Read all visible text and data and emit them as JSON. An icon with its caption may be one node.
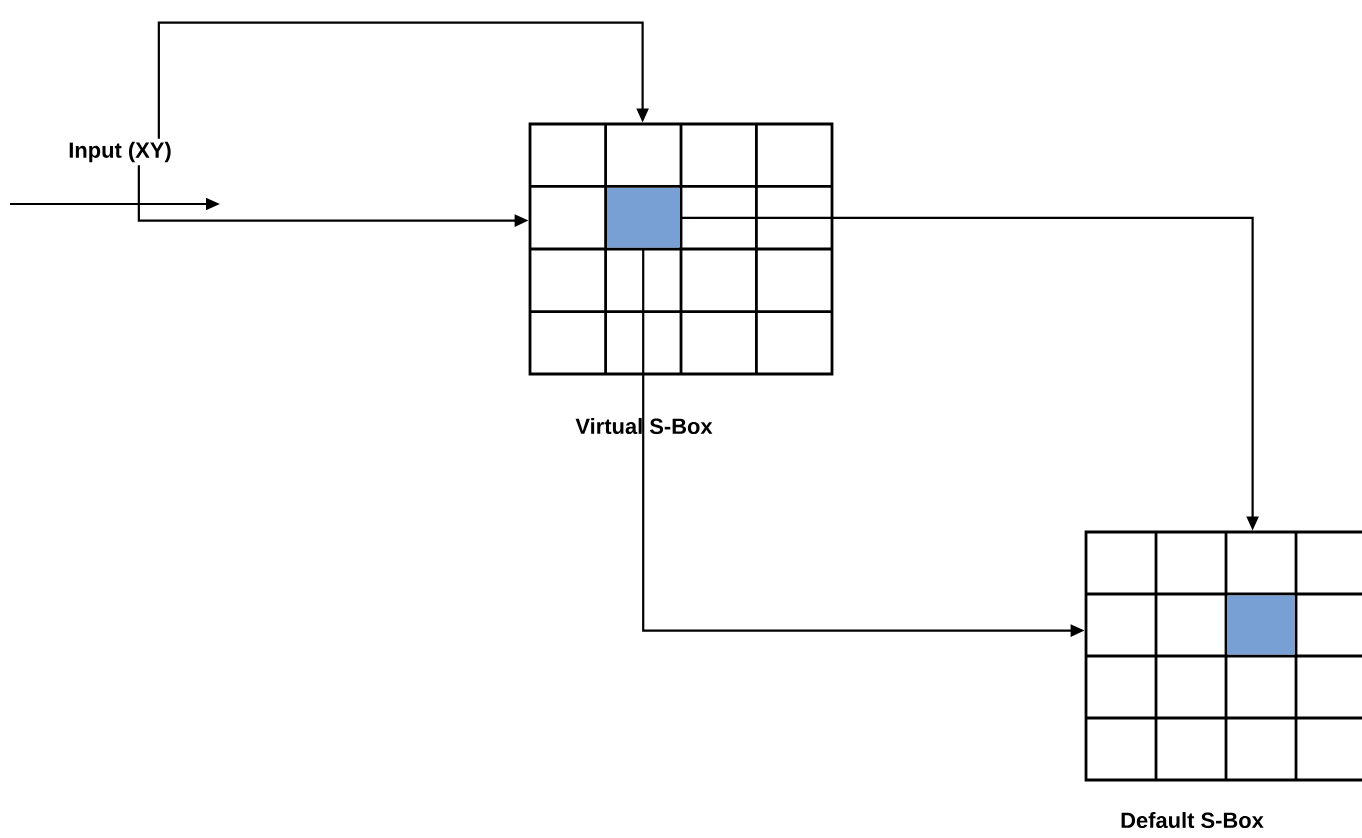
{
  "diagram": {
    "nodes": [
      {
        "text": [
          "Input (XY)"
        ]
      },
      {
        "text": [
          "Virtual S-Box"
        ]
      },
      {
        "text": [],
        "shape": "box",
        "in": 1
      },
      {
        "text": [
          "Default S-Box"
        ]
      },
      {
        "text": [],
        "shape": "box",
        "in": 3
      }
    ],
    "edges": [
      {
        "from": 0,
        "to": 1,
        "arrow": "to"
      },
      {
        "from": 0,
        "to": 1,
        "arrow": "to"
      },
      {
        "from": 2,
        "to": 3,
        "arrow": "to"
      },
      {
        "from": 2,
        "to": 3,
        "arrow": "to"
      }
    ]
  }
}
